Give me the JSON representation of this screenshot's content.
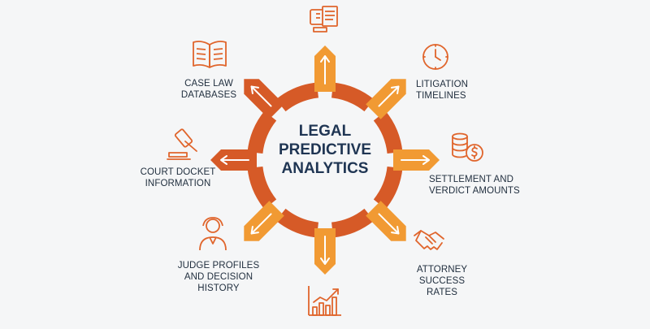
{
  "diagram": {
    "center": [
      "LEGAL",
      "PREDICTIVE",
      "ANALYTICS"
    ],
    "nodes": {
      "top": {
        "lines": [],
        "icon": "monitor-document-icon"
      },
      "top_right": {
        "lines": [
          "LITIGATION",
          "TIMELINES"
        ],
        "icon": "clock-icon"
      },
      "right": {
        "lines": [
          "SETTLEMENT AND",
          "VERDICT AMOUNTS"
        ],
        "icon": "coins-dollar-icon"
      },
      "bottom_right": {
        "lines": [
          "ATTORNEY",
          "SUCCESS",
          "RATES"
        ],
        "icon": "handshake-icon"
      },
      "bottom": {
        "lines": [],
        "icon": "growth-chart-icon"
      },
      "bottom_left": {
        "lines": [
          "JUDGE PROFILES",
          "AND DECISION",
          "HISTORY"
        ],
        "icon": "judge-person-icon"
      },
      "left": {
        "lines": [
          "COURT DOCKET",
          "INFORMATION"
        ],
        "icon": "gavel-icon"
      },
      "top_left": {
        "lines": [
          "CASE LAW",
          "DATABASES"
        ],
        "icon": "open-book-icon"
      }
    },
    "colors": {
      "dark_orange": "#d65a27",
      "light_orange": "#f19a33",
      "text": "#1f2d3d",
      "center_text": "#1f3553",
      "background": "#f5f6f7"
    }
  }
}
